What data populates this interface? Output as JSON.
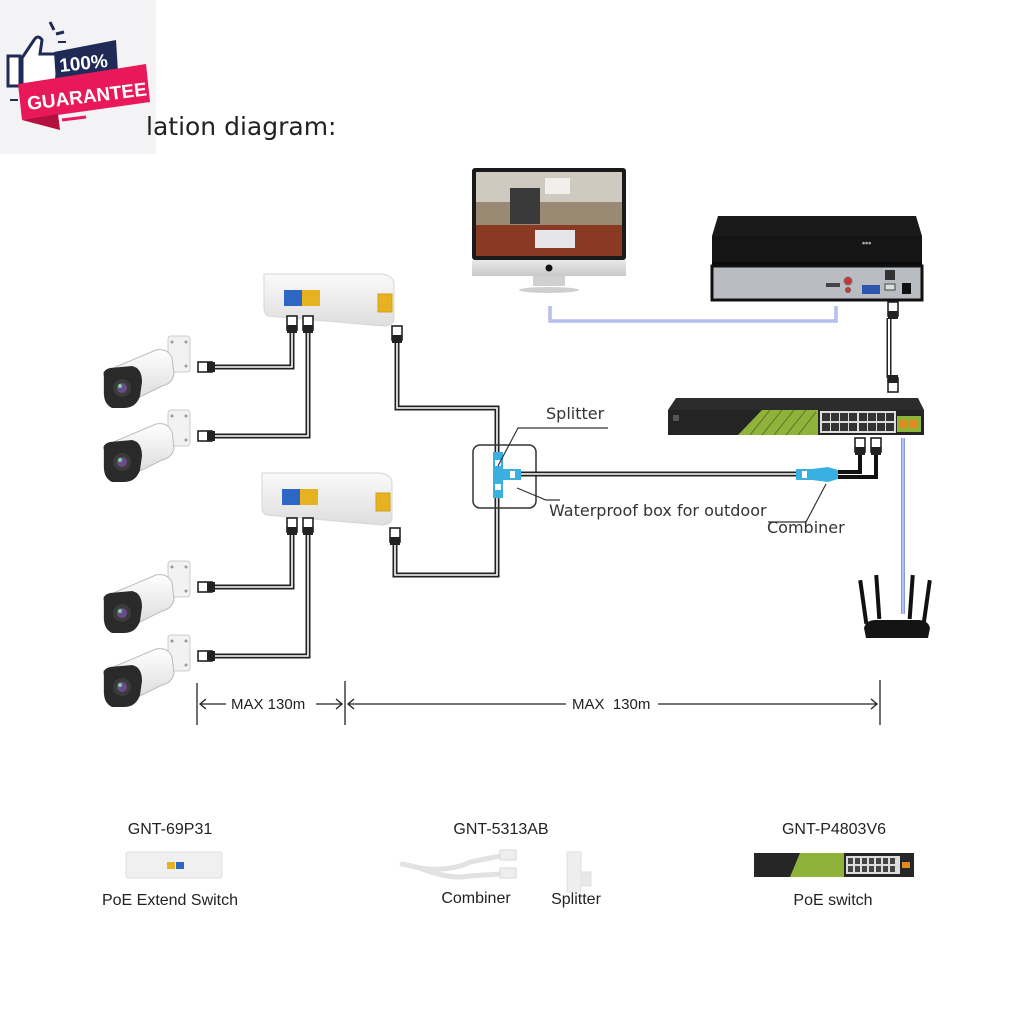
{
  "badge": {
    "top_text": "100%",
    "bottom_text": "GUARANTEE",
    "colors": {
      "navy": "#1f2a56",
      "pink": "#e8185a",
      "white": "#ffffff"
    }
  },
  "title": "lation diagram:",
  "devices": {
    "monitor": "monitor",
    "nvr": "NVR recorder",
    "poe_switch": "PoE switch",
    "router": "wireless router",
    "extend_switch_top": "PoE extend switch",
    "extend_switch_bottom": "PoE extend switch",
    "cameras": [
      "camera 1",
      "camera 2",
      "camera 3",
      "camera 4"
    ]
  },
  "callouts": {
    "splitter": "Splitter",
    "waterproof_box": "Waterproof box for outdoor",
    "combiner": "Combiner"
  },
  "dimensions": {
    "left": "MAX 130m",
    "right": "MAX  130m"
  },
  "products": [
    {
      "model": "GNT-69P31",
      "name": "PoE Extend Switch"
    },
    {
      "model": "GNT-5313AB",
      "names": [
        "Combiner",
        "Splitter"
      ]
    },
    {
      "model": "GNT-P4803V6",
      "name": "PoE switch"
    }
  ],
  "colors": {
    "cable": "#333333",
    "video_link": "#8c9be0",
    "splitter_blue": "#3ab0e2",
    "switch_green": "#8fb23a",
    "port_blue": "#2d66c5",
    "port_yellow": "#e6b21f"
  }
}
